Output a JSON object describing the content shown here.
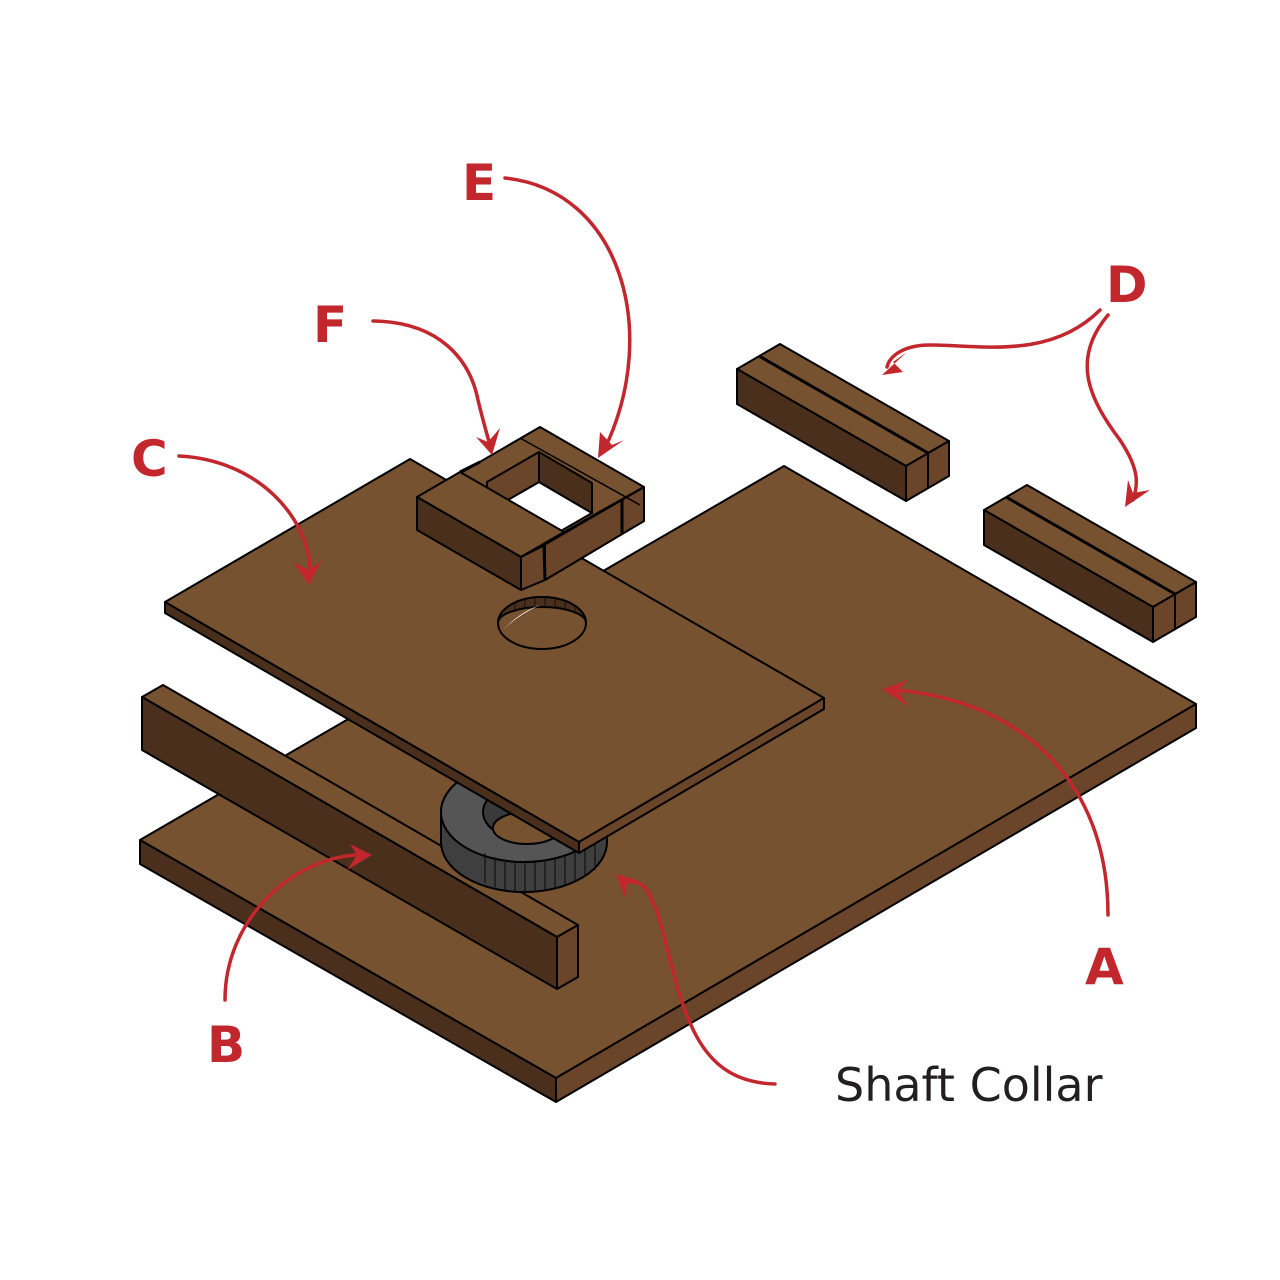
{
  "diagram": {
    "type": "exploded isometric assembly",
    "colors": {
      "wood_top": "#775231",
      "wood_side_dark": "#4a301c",
      "wood_side_mid": "#6a4529",
      "collar_top": "#555555",
      "collar_side": "#3f3f3f",
      "outline": "#000000",
      "callout_red": "#c1272d",
      "caption_text": "#231f20",
      "background": "#ffffff"
    },
    "labels": {
      "A": "A",
      "B": "B",
      "C": "C",
      "D": "D",
      "E": "E",
      "F": "F"
    },
    "caption": "Shaft Collar",
    "parts": [
      {
        "label": "A",
        "description": "Large base board"
      },
      {
        "label": "B",
        "description": "Long rail on front edge of base"
      },
      {
        "label": "C",
        "description": "Upper plate with round hole"
      },
      {
        "label": "D",
        "description": "Two grooved blocks (pair)"
      },
      {
        "label": "E",
        "description": "Square frame pieces (front/back)"
      },
      {
        "label": "F",
        "description": "Square frame pieces (sides)"
      },
      {
        "label": "Shaft Collar",
        "description": "Dark grey ring between base and upper plate"
      }
    ]
  }
}
